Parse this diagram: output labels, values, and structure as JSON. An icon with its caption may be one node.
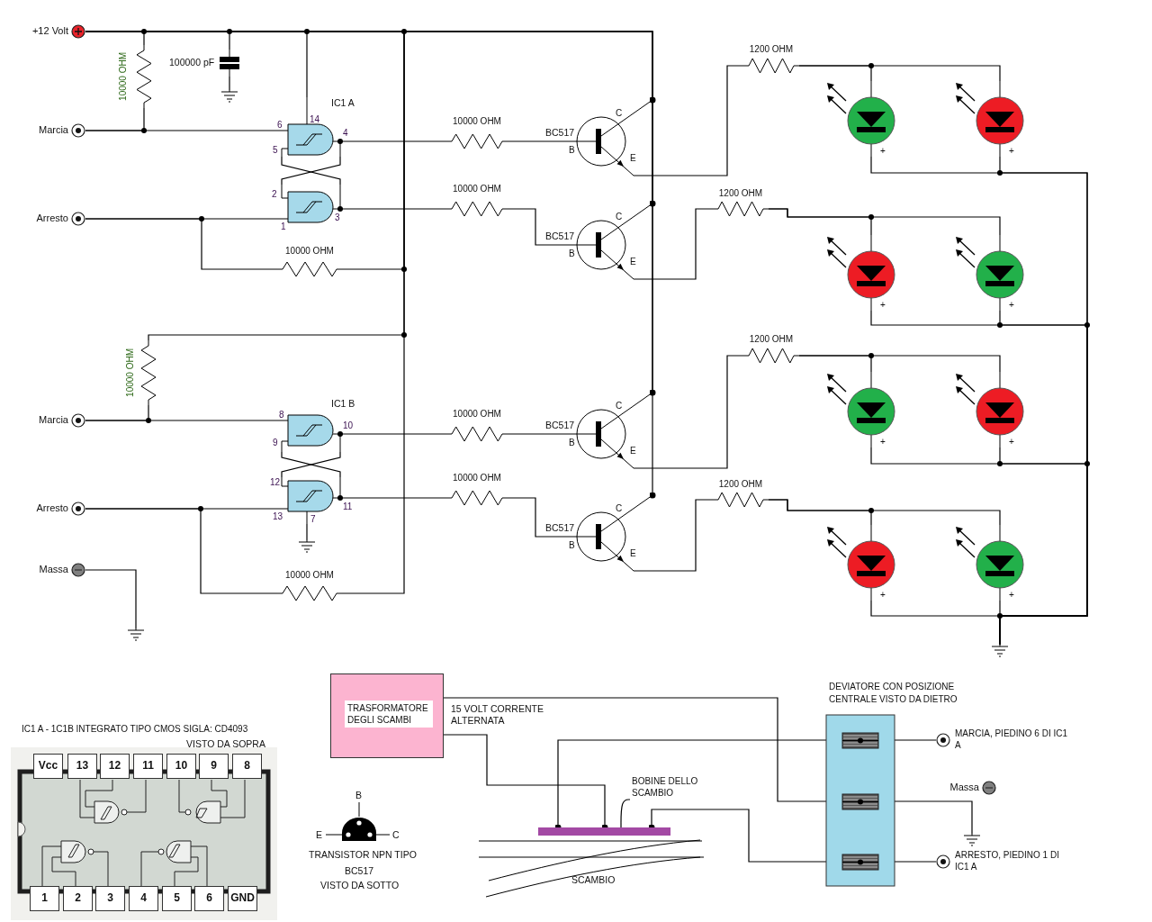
{
  "diagram": {
    "nodes": [
      {
        "text": [
          "+12 Volt"
        ]
      },
      {
        "text": [
          "Marcia"
        ]
      },
      {
        "text": [
          "Arresto"
        ]
      },
      {
        "text": [
          "Marcia"
        ]
      },
      {
        "text": [
          "Arresto"
        ]
      },
      {
        "text": [
          "Massa"
        ]
      },
      {
        "text": [
          "10000 OHM"
        ]
      },
      {
        "text": [
          "100000 pF"
        ]
      },
      {
        "text": [
          "IC1 A",
          "14",
          "6",
          "5",
          "4"
        ]
      },
      {
        "text": [
          "2",
          "1",
          "3"
        ]
      },
      {
        "text": [
          "10000 OHM"
        ]
      },
      {
        "text": [
          "10000 OHM"
        ]
      },
      {
        "text": [
          "IC1 B",
          "8",
          "10",
          "9"
        ]
      },
      {
        "text": [
          "12",
          "11",
          "13",
          "7"
        ]
      },
      {
        "text": [
          "10000 OHM"
        ]
      },
      {
        "text": [
          "10000 OHM"
        ]
      },
      {
        "text": [
          "10000 OHM"
        ]
      },
      {
        "text": [
          "10000 OHM"
        ]
      },
      {
        "text": [
          "10000 OHM"
        ]
      },
      {
        "text": [
          "BC517",
          "C",
          "B",
          "E"
        ]
      },
      {
        "text": [
          "BC517",
          "C",
          "B",
          "E"
        ]
      },
      {
        "text": [
          "BC517",
          "C",
          "B",
          "E"
        ]
      },
      {
        "text": [
          "BC517",
          "C",
          "B",
          "E"
        ]
      },
      {
        "text": [
          "1200 OHM"
        ]
      },
      {
        "text": [
          "1200 OHM"
        ]
      },
      {
        "text": [
          "1200 OHM"
        ]
      },
      {
        "text": [
          "1200 OHM"
        ]
      },
      {
        "text": [
          "+"
        ]
      },
      {
        "text": [
          "+"
        ]
      },
      {
        "text": [
          "+"
        ]
      },
      {
        "text": [
          "+"
        ]
      },
      {
        "text": [
          "+"
        ]
      },
      {
        "text": [
          "+"
        ]
      },
      {
        "text": [
          "+"
        ]
      },
      {
        "text": [
          "+"
        ]
      },
      {
        "text": [],
        "shape": "ground"
      },
      {
        "text": [],
        "shape": "ground"
      },
      {
        "text": [],
        "shape": "ground"
      },
      {
        "text": [],
        "shape": "ground"
      },
      {
        "text": [
          "TRASFORMATORE DEGLI SCAMBI"
        ]
      },
      {
        "text": [],
        "shape": "bar"
      },
      {
        "text": [
          "BOBINE DELLO SCAMBIO"
        ]
      },
      {
        "text": [
          "DEVIATORE CON POSIZIONE CENTRALE VISTO DA DIETRO"
        ]
      },
      {
        "text": [],
        "shape": "box",
        "in": 42
      },
      {
        "text": [],
        "shape": "box",
        "in": 42
      },
      {
        "text": [],
        "shape": "box",
        "in": 42
      },
      {
        "text": [
          "MARCIA, PIEDINO 6 DI IC1 A"
        ]
      },
      {
        "text": [
          "Massa"
        ]
      },
      {
        "text": [
          "ARRESTO, PIEDINO 1 DI IC1 A"
        ]
      },
      {
        "text": [],
        "shape": "ground"
      }
    ],
    "edges": [
      {
        "from": 0,
        "to": 6,
        "arrow": "none"
      },
      {
        "from": 0,
        "to": 7,
        "arrow": "none"
      },
      {
        "from": 0,
        "to": 8,
        "arrow": "none"
      },
      {
        "from": 0,
        "to": 10,
        "arrow": "none"
      },
      {
        "from": 0,
        "to": 11,
        "arrow": "none"
      },
      {
        "from": 0,
        "to": 14,
        "arrow": "none"
      },
      {
        "from": 0,
        "to": 19,
        "arrow": "other"
      },
      {
        "from": 0,
        "to": 20,
        "arrow": "other"
      },
      {
        "from": 0,
        "to": 21,
        "arrow": "other"
      },
      {
        "from": 0,
        "to": 22,
        "arrow": "other"
      },
      {
        "from": 6,
        "to": 1,
        "arrow": "none"
      },
      {
        "from": 1,
        "to": 8,
        "arrow": "none"
      },
      {
        "from": 7,
        "to": 35,
        "arrow": "none"
      },
      {
        "from": 8,
        "to": 9,
        "arrow": "none"
      },
      {
        "from": 9,
        "to": 8,
        "arrow": "none"
      },
      {
        "from": 2,
        "to": 9,
        "arrow": "none"
      },
      {
        "from": 2,
        "to": 10,
        "arrow": "none"
      },
      {
        "from": 8,
        "to": 15,
        "arrow": "none"
      },
      {
        "from": 15,
        "to": 19,
        "arrow": "none"
      },
      {
        "from": 9,
        "to": 16,
        "arrow": "none"
      },
      {
        "from": 16,
        "to": 20,
        "arrow": "none"
      },
      {
        "from": 11,
        "to": 3,
        "arrow": "none"
      },
      {
        "from": 3,
        "to": 12,
        "arrow": "none"
      },
      {
        "from": 12,
        "to": 13,
        "arrow": "none"
      },
      {
        "from": 13,
        "to": 12,
        "arrow": "none"
      },
      {
        "from": 4,
        "to": 13,
        "arrow": "none"
      },
      {
        "from": 4,
        "to": 14,
        "arrow": "none"
      },
      {
        "from": 13,
        "to": 36,
        "arrow": "none"
      },
      {
        "from": 12,
        "to": 17,
        "arrow": "none"
      },
      {
        "from": 17,
        "to": 21,
        "arrow": "none"
      },
      {
        "from": 13,
        "to": 18,
        "arrow": "none"
      },
      {
        "from": 18,
        "to": 22,
        "arrow": "none"
      },
      {
        "from": 5,
        "to": 37,
        "arrow": "none"
      },
      {
        "from": 19,
        "to": 23,
        "arrow": "none"
      },
      {
        "from": 23,
        "to": 27,
        "arrow": "none"
      },
      {
        "from": 23,
        "to": 28,
        "arrow": "none"
      },
      {
        "from": 20,
        "to": 24,
        "arrow": "none"
      },
      {
        "from": 24,
        "to": 29,
        "arrow": "none"
      },
      {
        "from": 24,
        "to": 30,
        "arrow": "none"
      },
      {
        "from": 21,
        "to": 25,
        "arrow": "none"
      },
      {
        "from": 25,
        "to": 31,
        "arrow": "none"
      },
      {
        "from": 25,
        "to": 32,
        "arrow": "none"
      },
      {
        "from": 22,
        "to": 26,
        "arrow": "none"
      },
      {
        "from": 26,
        "to": 33,
        "arrow": "none"
      },
      {
        "from": 26,
        "to": 34,
        "arrow": "none"
      },
      {
        "from": 27,
        "to": 38,
        "arrow": "none"
      },
      {
        "from": 28,
        "to": 38,
        "arrow": "none"
      },
      {
        "from": 29,
        "to": 38,
        "arrow": "none"
      },
      {
        "from": 30,
        "to": 38,
        "arrow": "none"
      },
      {
        "from": 31,
        "to": 38,
        "arrow": "none"
      },
      {
        "from": 32,
        "to": 38,
        "arrow": "none"
      },
      {
        "from": 33,
        "to": 38,
        "arrow": "none"
      },
      {
        "from": 34,
        "to": 38,
        "arrow": "none"
      },
      {
        "from": 39,
        "to": 40,
        "arrow": "other"
      },
      {
        "from": 39,
        "to": 44,
        "arrow": "none"
      },
      {
        "from": 43,
        "to": 40,
        "arrow": "other"
      },
      {
        "from": 43,
        "to": 46,
        "arrow": "none"
      },
      {
        "from": 45,
        "to": 40,
        "arrow": "other"
      },
      {
        "from": 45,
        "to": 48,
        "arrow": "none"
      },
      {
        "from": 44,
        "to": 49,
        "arrow": "none"
      },
      {
        "from": 41,
        "to": 40,
        "arrow": "none"
      }
    ],
    "labels": [
      "15 VOLT CORRENTE ALTERNATA",
      "SCAMBIO",
      "IC1 A - 1C1B INTEGRATO TIPO CMOS SIGLA: CD4093",
      "VISTO DA SOPRA",
      "Vcc",
      "13",
      "12",
      "11",
      "10",
      "9",
      "8",
      "1",
      "2",
      "3",
      "4",
      "5",
      "6",
      "GND",
      "B",
      "E",
      "C",
      "TRANSISTOR NPN TIPO",
      "BC517",
      "VISTO DA SOTTO"
    ]
  }
}
